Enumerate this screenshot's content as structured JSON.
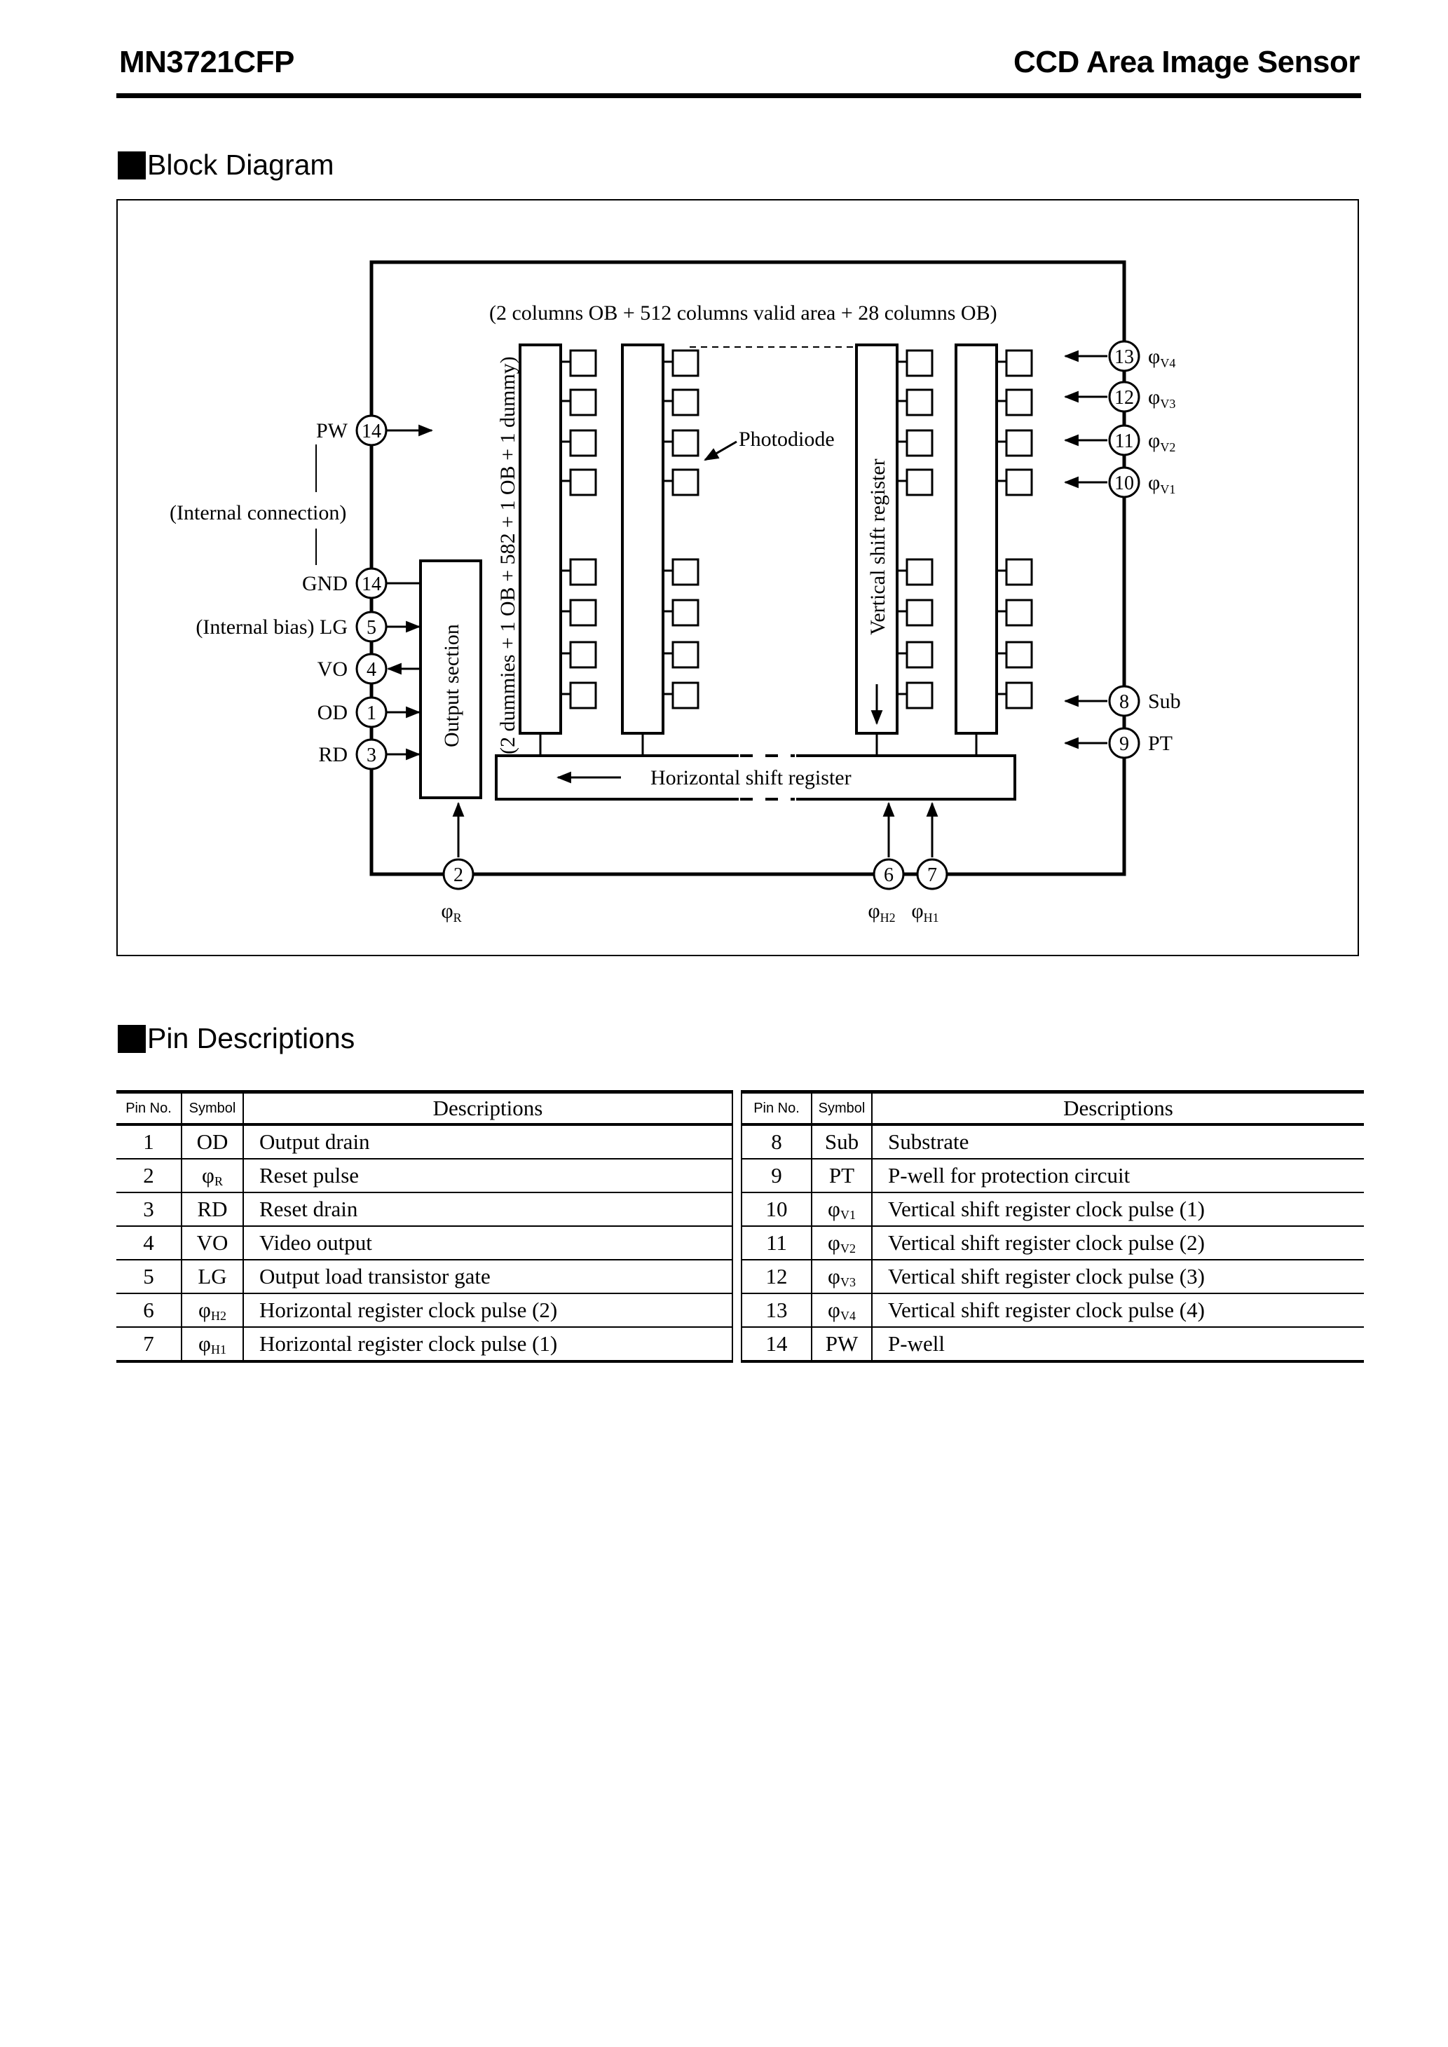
{
  "header": {
    "part_number": "MN3721CFP",
    "device_type": "CCD Area Image Sensor"
  },
  "block_diagram": {
    "section_title": "Block Diagram",
    "top_note": "(2 columns OB + 512 columns valid area + 28 columns OB)",
    "side_note": "(2 dummies + 1 OB + 582 + 1 OB + 1 dummy)",
    "photodiode_label": "Photodiode",
    "vertical_shift_register_label": "Vertical shift register",
    "horizontal_shift_register_label": "Horizontal shift register",
    "output_section_label": "Output section",
    "internal_connection_label": "(Internal connection)",
    "left_pins": [
      {
        "num": "14",
        "label": "PW",
        "dir": "out"
      },
      {
        "num": "14",
        "label": "GND",
        "dir": "out"
      },
      {
        "num": "5",
        "label": "(Internal bias) LG",
        "dir": "in"
      },
      {
        "num": "4",
        "label": "VO",
        "dir": "out"
      },
      {
        "num": "1",
        "label": "OD",
        "dir": "in"
      },
      {
        "num": "3",
        "label": "RD",
        "dir": "in"
      }
    ],
    "right_pins": [
      {
        "num": "13",
        "phi": "φ",
        "sub": "V4"
      },
      {
        "num": "12",
        "phi": "φ",
        "sub": "V3"
      },
      {
        "num": "11",
        "phi": "φ",
        "sub": "V2"
      },
      {
        "num": "10",
        "phi": "φ",
        "sub": "V1"
      },
      {
        "num": "8",
        "phi": "",
        "sub": "",
        "text": "Sub"
      },
      {
        "num": "9",
        "phi": "",
        "sub": "",
        "text": "PT"
      }
    ],
    "bottom_pins": [
      {
        "num": "2",
        "phi": "φ",
        "sub": "R"
      },
      {
        "num": "6",
        "phi": "φ",
        "sub": "H2"
      },
      {
        "num": "7",
        "phi": "φ",
        "sub": "H1"
      }
    ]
  },
  "pin_descriptions": {
    "section_title": "Pin Descriptions",
    "headers": {
      "pin_no": "Pin No.",
      "symbol": "Symbol",
      "descriptions": "Descriptions"
    },
    "left_rows": [
      {
        "no": "1",
        "sym": "OD",
        "sym_sub": "",
        "desc": "Output drain"
      },
      {
        "no": "2",
        "sym": "φ",
        "sym_sub": "R",
        "desc": "Reset pulse"
      },
      {
        "no": "3",
        "sym": "RD",
        "sym_sub": "",
        "desc": "Reset drain"
      },
      {
        "no": "4",
        "sym": "VO",
        "sym_sub": "",
        "desc": "Video output"
      },
      {
        "no": "5",
        "sym": "LG",
        "sym_sub": "",
        "desc": "Output load transistor gate"
      },
      {
        "no": "6",
        "sym": "φ",
        "sym_sub": "H2",
        "desc": "Horizontal register clock pulse (2)"
      },
      {
        "no": "7",
        "sym": "φ",
        "sym_sub": "H1",
        "desc": "Horizontal register clock pulse (1)"
      }
    ],
    "right_rows": [
      {
        "no": "8",
        "sym": "Sub",
        "sym_sub": "",
        "desc": "Substrate"
      },
      {
        "no": "9",
        "sym": "PT",
        "sym_sub": "",
        "desc": "P-well for protection circuit"
      },
      {
        "no": "10",
        "sym": "φ",
        "sym_sub": "V1",
        "desc": "Vertical shift register clock pulse (1)"
      },
      {
        "no": "11",
        "sym": "φ",
        "sym_sub": "V2",
        "desc": "Vertical shift register clock pulse (2)"
      },
      {
        "no": "12",
        "sym": "φ",
        "sym_sub": "V3",
        "desc": "Vertical shift register clock pulse (3)"
      },
      {
        "no": "13",
        "sym": "φ",
        "sym_sub": "V4",
        "desc": "Vertical shift register clock pulse (4)"
      },
      {
        "no": "14",
        "sym": "PW",
        "sym_sub": "",
        "desc": "P-well"
      }
    ]
  }
}
